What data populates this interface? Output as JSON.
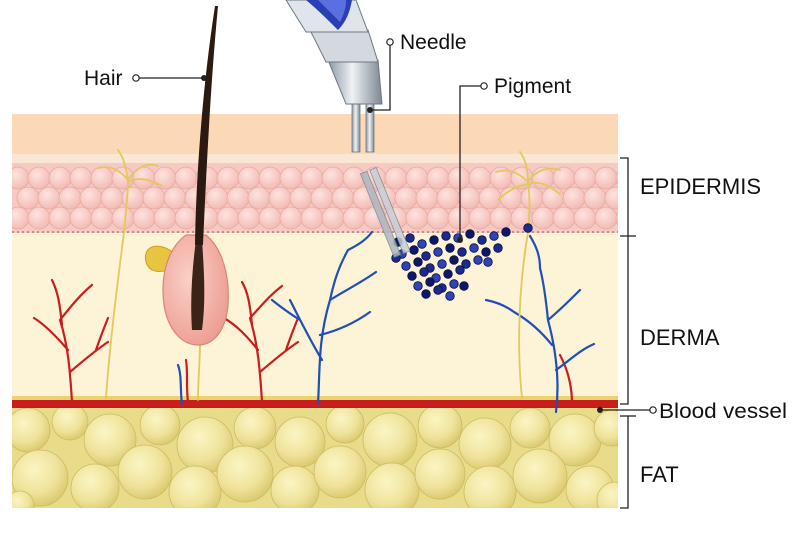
{
  "labels": {
    "hair": "Hair",
    "needle": "Needle",
    "pigment": "Pigment",
    "blood_vessel": "Blood vessel"
  },
  "layers": {
    "epidermis": "EPIDERMIS",
    "derma": "DERMA",
    "fat": "FAT"
  },
  "colors": {
    "surface": "#fbd9b6",
    "epidermis": "#f6c9c2",
    "derma": "#fdf3d6",
    "fat": "#efe39a",
    "artery": "#c81e1e",
    "vein": "#1f4fb8",
    "nerve": "#e9d36b",
    "pigment": "#1c2a8c",
    "hair": "#2a1a10",
    "follicle": "#f4a9a0",
    "needle": "#b9c2cc"
  }
}
